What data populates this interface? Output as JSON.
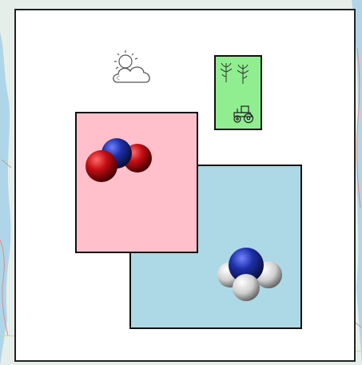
{
  "colors": {
    "frame_fill": "#ffffff",
    "frame_border": "#222222",
    "pink_panel": "#ffc0cb",
    "blue_panel": "#add8e6",
    "green_panel": "#90ee90",
    "nitrogen": "#1c2fa8",
    "oxygen": "#c40f14",
    "hydrogen": "#e8e8e8",
    "map_water": "#a9d3e8",
    "map_roads": "#d98a8a"
  },
  "icons": {
    "weather": "sun-behind-cloud-icon",
    "crop": "plant-sprout-icon",
    "vehicle": "tractor-icon"
  },
  "molecules": [
    {
      "name": "nitrogen-dioxide",
      "atoms": [
        "N",
        "O",
        "O"
      ]
    },
    {
      "name": "ammonia",
      "atoms": [
        "N",
        "H",
        "H",
        "H"
      ]
    }
  ]
}
